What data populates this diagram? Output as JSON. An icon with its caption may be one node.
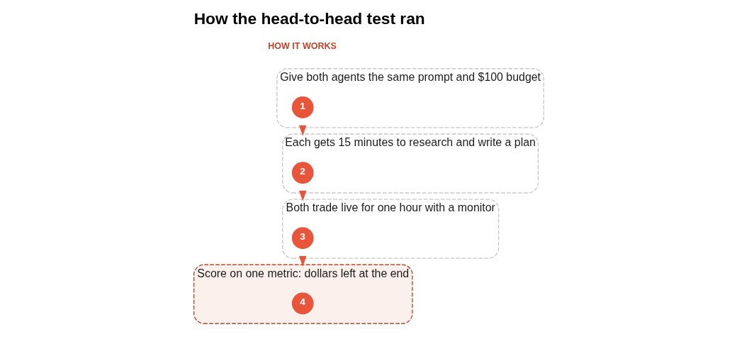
{
  "diagram": {
    "title": "How the head-to-head test ran",
    "nodes": [
      {
        "text": [
          "Give both agents the same prompt and $100 budget"
        ]
      },
      {
        "text": [
          "1"
        ],
        "in": 0
      },
      {
        "text": [
          "Each gets 15 minutes to research and write a plan"
        ]
      },
      {
        "text": [
          "2"
        ],
        "in": 2
      },
      {
        "text": [
          "Both trade live for one hour with a monitor"
        ]
      },
      {
        "text": [
          "3"
        ],
        "in": 4
      },
      {
        "text": [
          "Score on one metric: dollars left at the end"
        ]
      },
      {
        "text": [
          "4"
        ],
        "in": 6
      }
    ],
    "edges": [
      {
        "from": 0,
        "to": 2,
        "arrow": "to"
      },
      {
        "from": 2,
        "to": 4,
        "arrow": "to"
      },
      {
        "from": 4,
        "to": 6,
        "arrow": "to"
      }
    ],
    "labels": [
      "HOW IT WORKS"
    ]
  }
}
